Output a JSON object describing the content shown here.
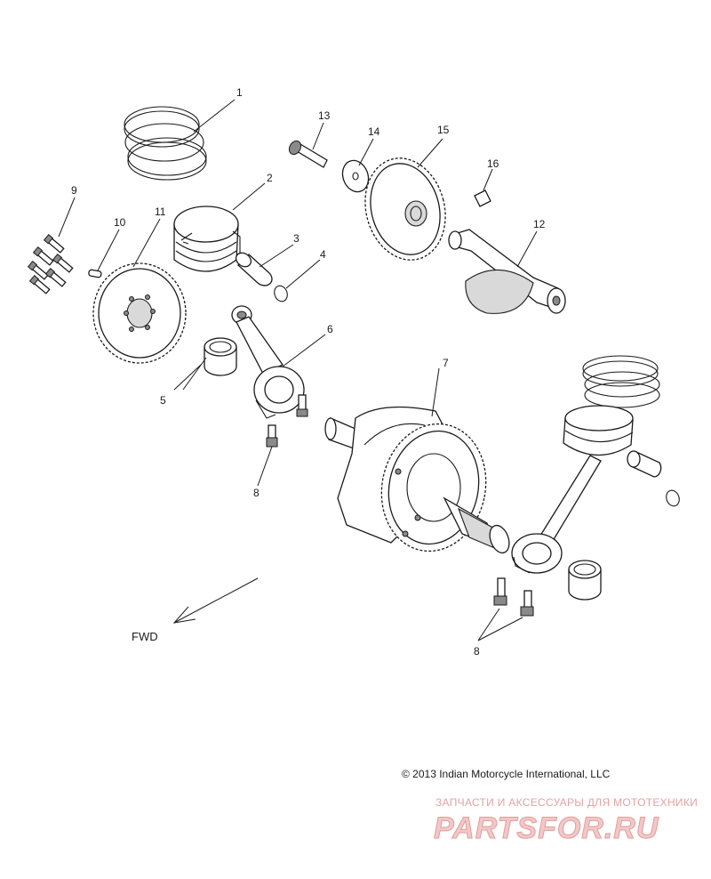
{
  "callouts": {
    "c1": "1",
    "c2": "2",
    "c3": "3",
    "c4": "4",
    "c5": "5",
    "c6": "6",
    "c7": "7",
    "c8a": "8",
    "c8b": "8",
    "c9": "9",
    "c10": "10",
    "c11": "11",
    "c12": "12",
    "c13": "13",
    "c14": "14",
    "c15": "15",
    "c16": "16"
  },
  "direction_label": "FWD",
  "copyright": "© 2013 Indian Motorcycle International, LLC",
  "watermark": {
    "tagline": "ЗАПЧАСТИ И АКСЕССУАРЫ ДЛЯ МОТОТЕХНИКИ",
    "logo_text": "PARTSFOR.RU"
  },
  "colors": {
    "line": "#1a1a1a",
    "watermark": "#e39b9b"
  }
}
